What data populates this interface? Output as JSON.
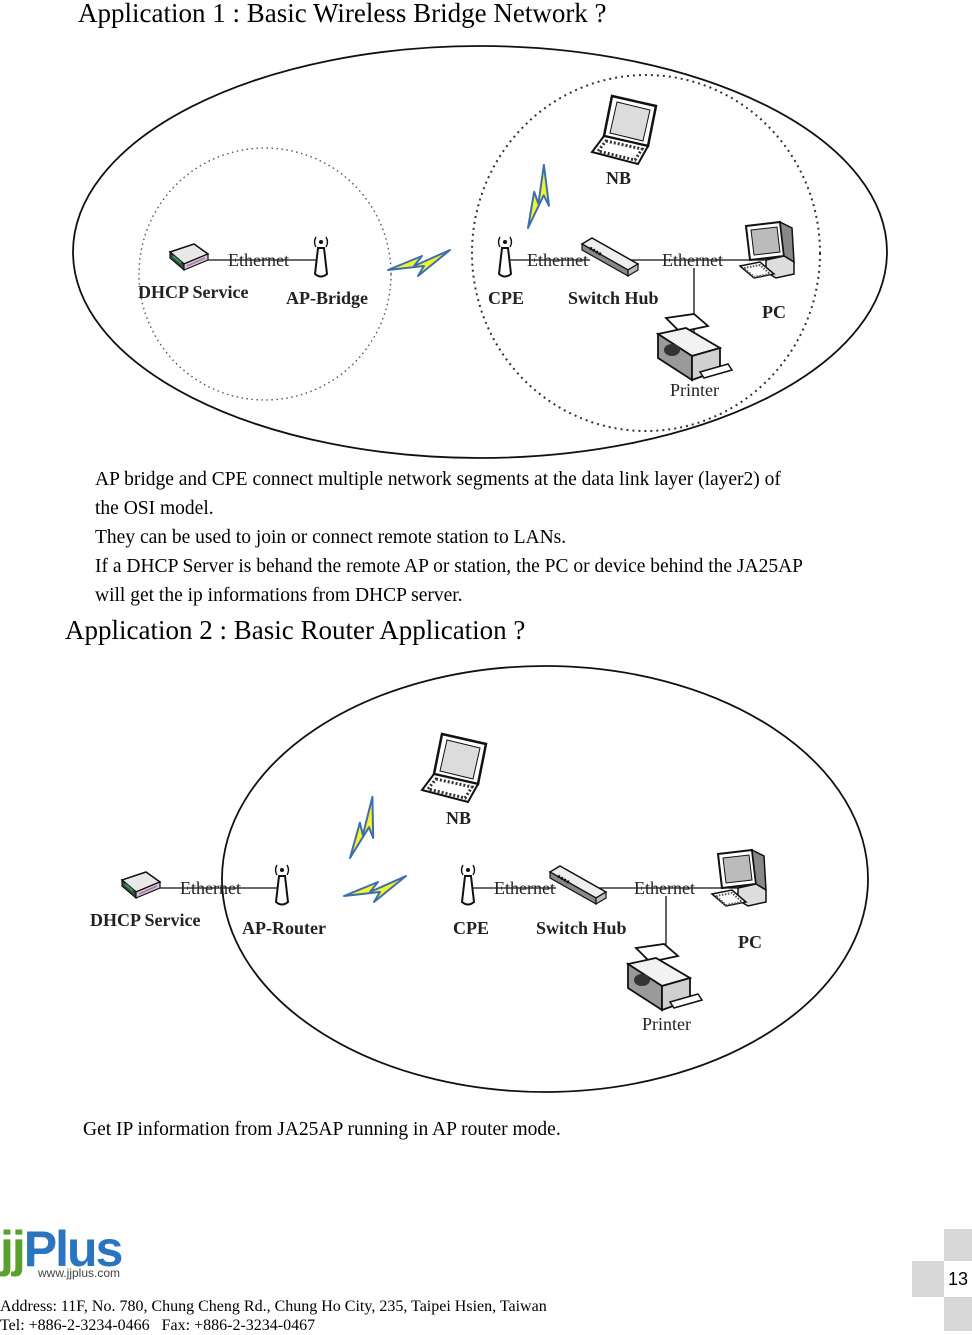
{
  "app1": {
    "heading": "Application 1 : Basic Wireless Bridge Network ?",
    "labels": {
      "ethernet": "Ethernet",
      "dhcp": "DHCP Service",
      "ap_bridge": "AP-Bridge",
      "cpe": "CPE",
      "switch_hub": "Switch Hub",
      "nb": "NB",
      "pc": "PC",
      "printer": "Printer"
    },
    "paragraph": [
      "AP bridge and CPE connect multiple network segments at the data link layer (layer2) of",
      "the OSI model.",
      "They can be used to join or connect remote station to LANs.",
      "If a DHCP Server is behand the remote AP or station, the PC or device behind the JA25AP",
      "will get the ip informations from DHCP server."
    ]
  },
  "app2": {
    "heading": "Application 2 : Basic Router Application ?",
    "labels": {
      "ethernet": "Ethernet",
      "dhcp": "DHCP Service",
      "ap_router": "AP-Router",
      "cpe": "CPE",
      "switch_hub": "Switch Hub",
      "nb": "NB",
      "pc": "PC",
      "printer": "Printer"
    },
    "paragraph": "Get IP information from JA25AP running in AP router mode."
  },
  "footer": {
    "logo_text": "jjPlus",
    "logo_url": "www.jjplus.com",
    "address": "Address: 11F, No. 780, Chung Cheng Rd., Chung Ho City, 235, Taipei Hsien, Taiwan",
    "contact": "Tel: +886-2-3234-0466   Fax: +886-2-3234-0467",
    "page_number": "13"
  },
  "colors": {
    "logo_green": "#5aa02c",
    "logo_blue": "#2a74c0",
    "lightning": "#f4f42a",
    "lightning_edge": "#3d6fb0"
  }
}
